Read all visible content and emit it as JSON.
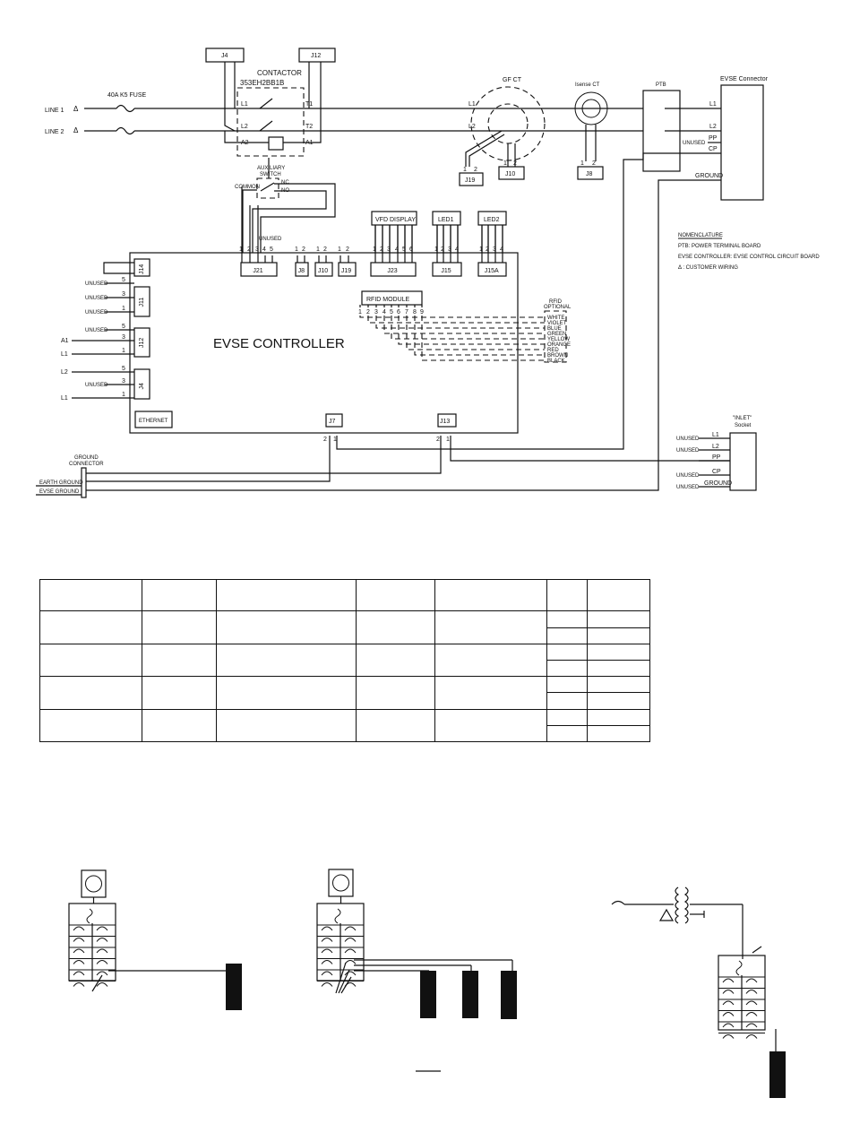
{
  "inputs": {
    "line1": "LINE 1",
    "line2": "LINE 2",
    "fuse": "40A K5 FUSE",
    "customer_wiring_symbol": "Δ"
  },
  "contactor": {
    "j4": "J4",
    "j12": "J12",
    "title": "CONTACTOR",
    "part": "353EH2BB1B",
    "l1": "L1",
    "l2": "L2",
    "t1": "T1",
    "t2": "T2",
    "a1": "A1",
    "a2": "A2"
  },
  "aux_switch": {
    "title_line1": "AUXILIARY",
    "title_line2": "SWITCH",
    "common": "COMMON",
    "nc": "NC",
    "no": "NO"
  },
  "gfct": {
    "title": "GF CT",
    "l1": "L1",
    "l2": "L2",
    "j19": "J19",
    "j10": "J10",
    "p1": "1",
    "p2": "2"
  },
  "isense": {
    "title": "Isense CT",
    "j8": "J8",
    "p1": "1",
    "p2": "2"
  },
  "ptb": {
    "title": "PTB"
  },
  "evse_connector": {
    "title": "EVSE Connector",
    "l1": "L1",
    "l2": "L2",
    "pp": "PP",
    "cp": "CP",
    "unused": "UNUSED",
    "ground": "GROUND"
  },
  "nomenclature": {
    "title": "NOMENCLATURE",
    "ptb": "PTB: POWER TERMINAL BOARD",
    "evse": "EVSE CONTROLLER: EVSE CONTROL CIRCUIT BOARD",
    "cust": "Δ : CUSTOMER WIRING"
  },
  "controller": {
    "title": "EVSE CONTROLLER",
    "ethernet": "ETHERNET",
    "unused": "UNUSED",
    "top_connectors": [
      "J21",
      "J8",
      "J10",
      "J19",
      "J23",
      "J15",
      "J15A"
    ],
    "top_pins": {
      "j21": [
        "1",
        "2",
        "3",
        "4",
        "5"
      ],
      "pair": [
        "1",
        "2"
      ],
      "j23": [
        "1",
        "2",
        "3",
        "4",
        "5",
        "6"
      ],
      "four": [
        "1",
        "2",
        "3",
        "4"
      ]
    },
    "left_connectors": [
      "J14",
      "J11",
      "J12",
      "J4"
    ],
    "left_pin_numbers": {
      "j11": [
        "5",
        "3",
        "1"
      ],
      "j12": [
        "5",
        "3",
        "1"
      ],
      "j4": [
        "5",
        "3",
        "1"
      ]
    },
    "left_labels": {
      "j11": [
        "UNUSED",
        "UNUSED",
        "UNUSED"
      ],
      "j12": [
        "UNUSED",
        "A1",
        "L1"
      ],
      "j4": [
        "L2",
        "UNUSED",
        "L1"
      ]
    },
    "bottom_connectors": [
      "J7",
      "J13"
    ],
    "bottom_pins": [
      "2",
      "1"
    ]
  },
  "modules": {
    "vfd": "VFD DISPLAY",
    "led1": "LED1",
    "led2": "LED2"
  },
  "rfid": {
    "title": "RFID MODULE",
    "optional_line1": "RFID",
    "optional_line2": "OPTIONAL",
    "pins": [
      "1",
      "2",
      "3",
      "4",
      "5",
      "6",
      "7",
      "8",
      "9"
    ],
    "colors": [
      "WHITE",
      "VIOLET",
      "BLUE",
      "GREEN",
      "YELLOW",
      "ORANGE",
      "RED",
      "BROWN",
      "BLACK"
    ]
  },
  "ground_connector": {
    "title_line1": "GROUND",
    "title_line2": "CONNECTOR",
    "earth": "EARTH GROUND",
    "evse": "EVSE GROUND"
  },
  "inlet": {
    "title_line1": "\"INLET\"",
    "title_line2": "Socket",
    "l1": "L1",
    "l2": "L2",
    "pp": "PP",
    "cp": "CP",
    "ground": "GROUND",
    "unused": "UNUSED"
  }
}
